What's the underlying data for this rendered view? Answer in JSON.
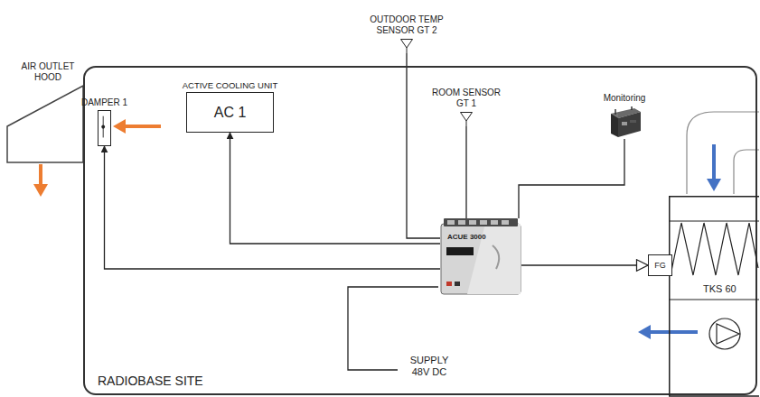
{
  "diagram": {
    "nodes": [
      {
        "text": [
          "AIR OUTLET HOOD"
        ]
      },
      {
        "text": [
          "RADIOBASE SITE"
        ]
      },
      {
        "text": [
          "OUTDOOR TEMP SENSOR GT 2"
        ]
      },
      {
        "text": [
          "DAMPER 1"
        ],
        "in": 1
      },
      {
        "text": [
          "ACTIVE COOLING UNIT",
          "AC 1"
        ],
        "in": 1
      },
      {
        "text": [
          "ROOM SENSOR GT 1"
        ],
        "in": 1
      },
      {
        "text": [
          "Monitoring"
        ],
        "in": 1
      },
      {
        "text": [
          "ACUE 3000"
        ],
        "in": 1
      },
      {
        "text": [
          "TKS 60"
        ],
        "in": 1
      },
      {
        "text": [
          "FG"
        ],
        "in": 8
      }
    ],
    "edges": [
      {
        "from": 7,
        "to": 4,
        "arrow": "to"
      },
      {
        "from": 7,
        "to": 3,
        "arrow": "to"
      },
      {
        "from": 2,
        "to": 7,
        "arrow": "none"
      },
      {
        "from": 5,
        "to": 7,
        "arrow": "none"
      },
      {
        "from": 6,
        "to": 7,
        "arrow": "none"
      },
      {
        "from": 7,
        "to": 9,
        "arrow": "to"
      }
    ],
    "labels": [
      "SUPPLY 48V DC"
    ]
  }
}
